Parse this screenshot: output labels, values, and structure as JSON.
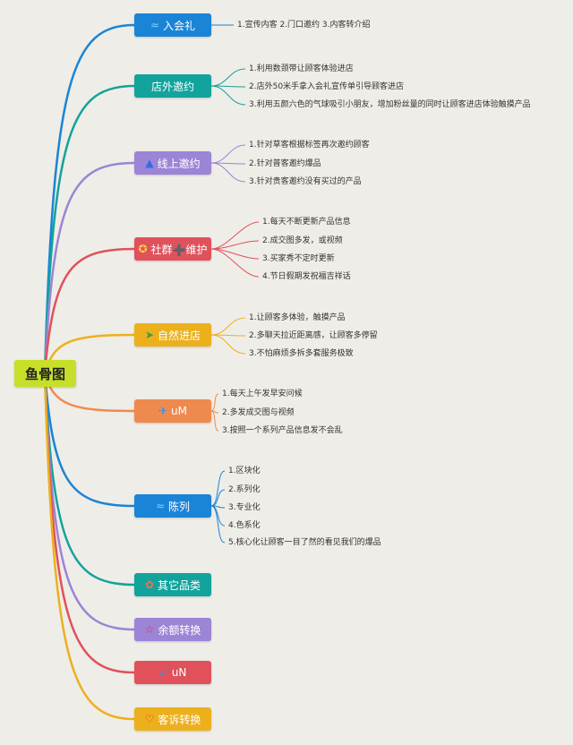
{
  "root": {
    "label": "鱼骨图"
  },
  "branches": [
    {
      "label": "入会礼",
      "icon": "wave-icon",
      "glyph": "≈",
      "color": "#1a84d6",
      "icon_color": "#7fd0ff",
      "leaves": [
        "1.宣传内客 2.门口邀约 3.内客转介绍"
      ]
    },
    {
      "label": "店外邀约",
      "icon": "none",
      "glyph": "",
      "color": "#12a39c",
      "icon_color": "#ffffff",
      "leaves": [
        "1.利用数颈带让顾客体验进店",
        "2.店外50米手拿入会礼宣传单引导顾客进店",
        "3.利用五颜六色的气球吸引小朋友，增加粉丝量的同时让顾客进店体验触摸产品"
      ]
    },
    {
      "label": "线上邀约",
      "icon": "flame-icon",
      "glyph": "▲",
      "color": "#9c84d6",
      "icon_color": "#2f6fe0",
      "leaves": [
        "1.针对草客根据标签再次邀约顾客",
        "2.针对普客邀约爆品",
        "3.针对贵客邀约没有买过的产品"
      ]
    },
    {
      "label": "社群➕维护",
      "icon": "medal-icon",
      "glyph": "✪",
      "color": "#e0515c",
      "icon_color": "#ffd24a",
      "leaves": [
        "1.每天不断更新产品信息",
        "2.成交图多发，或视频",
        "3.买家秀不定时更新",
        "4.节日假期发祝福吉祥话"
      ]
    },
    {
      "label": "自然进店",
      "icon": "paper-plane-icon",
      "glyph": "➤",
      "color": "#edb01d",
      "icon_color": "#3a9c3a",
      "leaves": [
        "1.让顾客多体验，触摸产品",
        "2.多聊天拉近距离感，让顾客多停留",
        "3.不怕麻烦多拆多套服务极致"
      ]
    },
    {
      "label": "uM",
      "icon": "rocket-icon",
      "glyph": "✈",
      "color": "#ef8a4e",
      "icon_color": "#3b8ee0",
      "leaves": [
        "1.每天上午发早安问候",
        "2.多发成交图与视频",
        "3.按照一个系列产品信息发不会乱"
      ]
    },
    {
      "label": "陈列",
      "icon": "wave-icon",
      "glyph": "≈",
      "color": "#1a84d6",
      "icon_color": "#7fd0ff",
      "leaves": [
        "1.区块化",
        "2.系列化",
        "3.专业化",
        "4.色系化",
        "5.核心化让顾客一目了然的看见我们的爆品"
      ]
    },
    {
      "label": "其它品类",
      "icon": "flower-icon",
      "glyph": "✿",
      "color": "#12a39c",
      "icon_color": "#ff6b4a",
      "leaves": []
    },
    {
      "label": "余额转换",
      "icon": "star-icon",
      "glyph": "☆",
      "color": "#9c84d6",
      "icon_color": "#e0304a",
      "leaves": []
    },
    {
      "label": "uN",
      "icon": "arrow-icon",
      "glyph": "➹",
      "color": "#e0515c",
      "icon_color": "#3b8ee0",
      "leaves": []
    },
    {
      "label": "客诉转换",
      "icon": "heart-icon",
      "glyph": "♡",
      "color": "#edb01d",
      "icon_color": "#e0304a",
      "leaves": []
    }
  ]
}
